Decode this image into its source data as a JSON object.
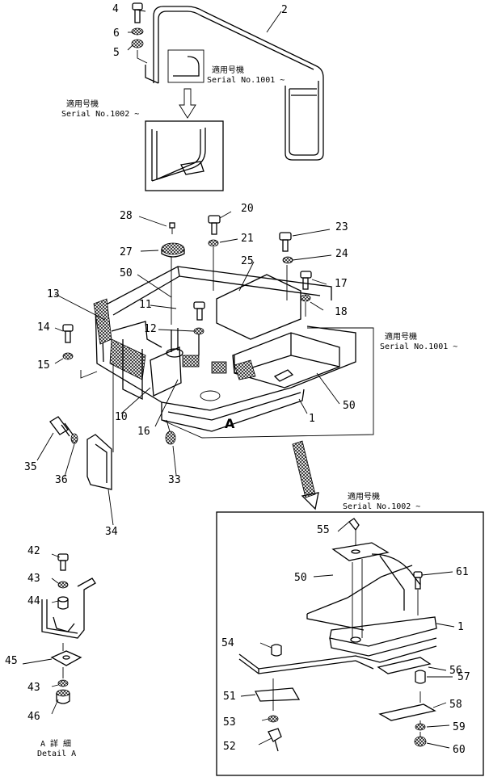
{
  "callouts": [
    {
      "id": "4",
      "text": "4"
    },
    {
      "id": "6",
      "text": "6"
    },
    {
      "id": "5",
      "text": "5"
    },
    {
      "id": "2",
      "text": "2"
    },
    {
      "id": "28",
      "text": "28"
    },
    {
      "id": "20",
      "text": "20"
    },
    {
      "id": "23",
      "text": "23"
    },
    {
      "id": "21",
      "text": "21"
    },
    {
      "id": "27",
      "text": "27"
    },
    {
      "id": "25",
      "text": "25"
    },
    {
      "id": "24",
      "text": "24"
    },
    {
      "id": "50a",
      "text": "50"
    },
    {
      "id": "17",
      "text": "17"
    },
    {
      "id": "13",
      "text": "13"
    },
    {
      "id": "11",
      "text": "11"
    },
    {
      "id": "18",
      "text": "18"
    },
    {
      "id": "14",
      "text": "14"
    },
    {
      "id": "12",
      "text": "12"
    },
    {
      "id": "15",
      "text": "15"
    },
    {
      "id": "50b",
      "text": "50"
    },
    {
      "id": "10",
      "text": "10"
    },
    {
      "id": "16",
      "text": "16"
    },
    {
      "id": "1a",
      "text": "1"
    },
    {
      "id": "35",
      "text": "35"
    },
    {
      "id": "36",
      "text": "36"
    },
    {
      "id": "33",
      "text": "33"
    },
    {
      "id": "34",
      "text": "34"
    },
    {
      "id": "42",
      "text": "42"
    },
    {
      "id": "43a",
      "text": "43"
    },
    {
      "id": "44",
      "text": "44"
    },
    {
      "id": "45",
      "text": "45"
    },
    {
      "id": "43b",
      "text": "43"
    },
    {
      "id": "46",
      "text": "46"
    },
    {
      "id": "55",
      "text": "55"
    },
    {
      "id": "50c",
      "text": "50"
    },
    {
      "id": "61",
      "text": "61"
    },
    {
      "id": "1b",
      "text": "1"
    },
    {
      "id": "54",
      "text": "54"
    },
    {
      "id": "56",
      "text": "56"
    },
    {
      "id": "57",
      "text": "57"
    },
    {
      "id": "51",
      "text": "51"
    },
    {
      "id": "58",
      "text": "58"
    },
    {
      "id": "53",
      "text": "53"
    },
    {
      "id": "59",
      "text": "59"
    },
    {
      "id": "52",
      "text": "52"
    },
    {
      "id": "60",
      "text": "60"
    }
  ],
  "notes": {
    "n1_jp": "適用号機",
    "n1_en": "Serial No.1001 ~",
    "n2_jp": "適用号機",
    "n2_en": "Serial No.1002 ~",
    "n3_jp": "適用号機",
    "n3_en": "Serial No.1001 ~",
    "n4_jp": "適用号機",
    "n4_en": "Serial No.1002 ~",
    "detail_jp": "A 詳 細",
    "detail_en": "Detail A",
    "view_letter": "A"
  }
}
